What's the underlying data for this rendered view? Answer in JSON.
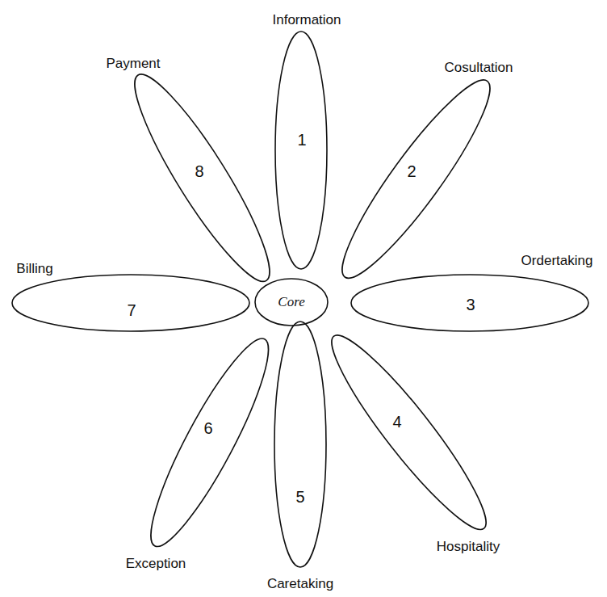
{
  "diagram": {
    "nodes": [
      {
        "text": [
          "Core"
        ]
      },
      {
        "text": [
          "Information",
          "1"
        ]
      },
      {
        "text": [
          "Cosultation",
          "2"
        ]
      },
      {
        "text": [
          "Ordertaking",
          "3"
        ]
      },
      {
        "text": [
          "Hospitality",
          "4"
        ]
      },
      {
        "text": [
          "Caretaking",
          "5"
        ]
      },
      {
        "text": [
          "Exception",
          "6"
        ]
      },
      {
        "text": [
          "Billing",
          "7"
        ]
      },
      {
        "text": [
          "Payment",
          "8"
        ]
      }
    ]
  }
}
